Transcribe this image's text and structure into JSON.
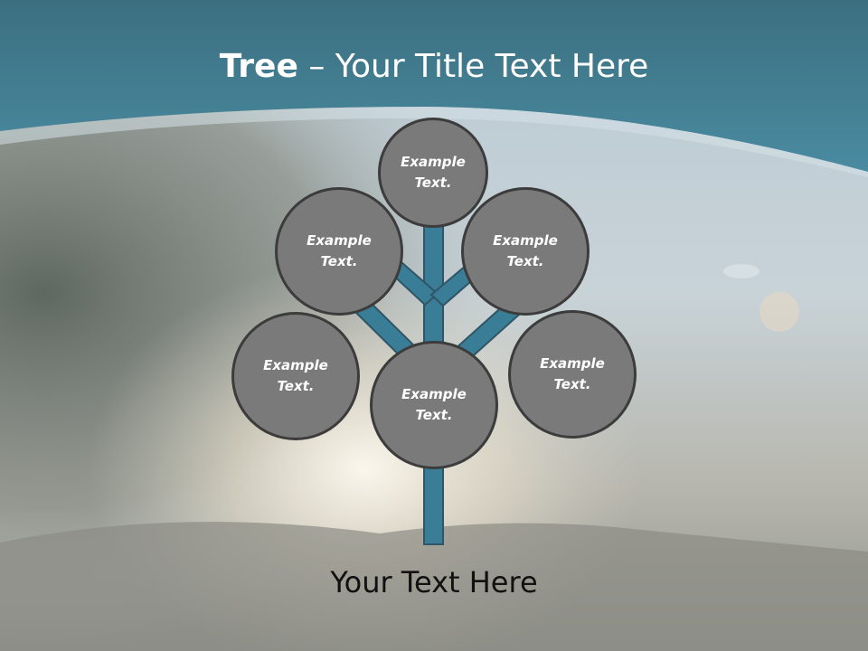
{
  "title": {
    "bold": "Tree",
    "separator": " – ",
    "rest": "Your Title Text Here"
  },
  "nodes": [
    {
      "id": "top",
      "label": "Example\nText."
    },
    {
      "id": "upper-left",
      "label": "Example\nText."
    },
    {
      "id": "upper-right",
      "label": "Example\nText."
    },
    {
      "id": "lower-left",
      "label": "Example\nText."
    },
    {
      "id": "center",
      "label": "Example\nText."
    },
    {
      "id": "lower-right",
      "label": "Example\nText."
    }
  ],
  "caption": "Your Text Here",
  "colors": {
    "header": "#3f7d92",
    "branch": "#3a7d96",
    "node_fill": "#7a7a7a",
    "node_border": "#3c3c3c"
  }
}
